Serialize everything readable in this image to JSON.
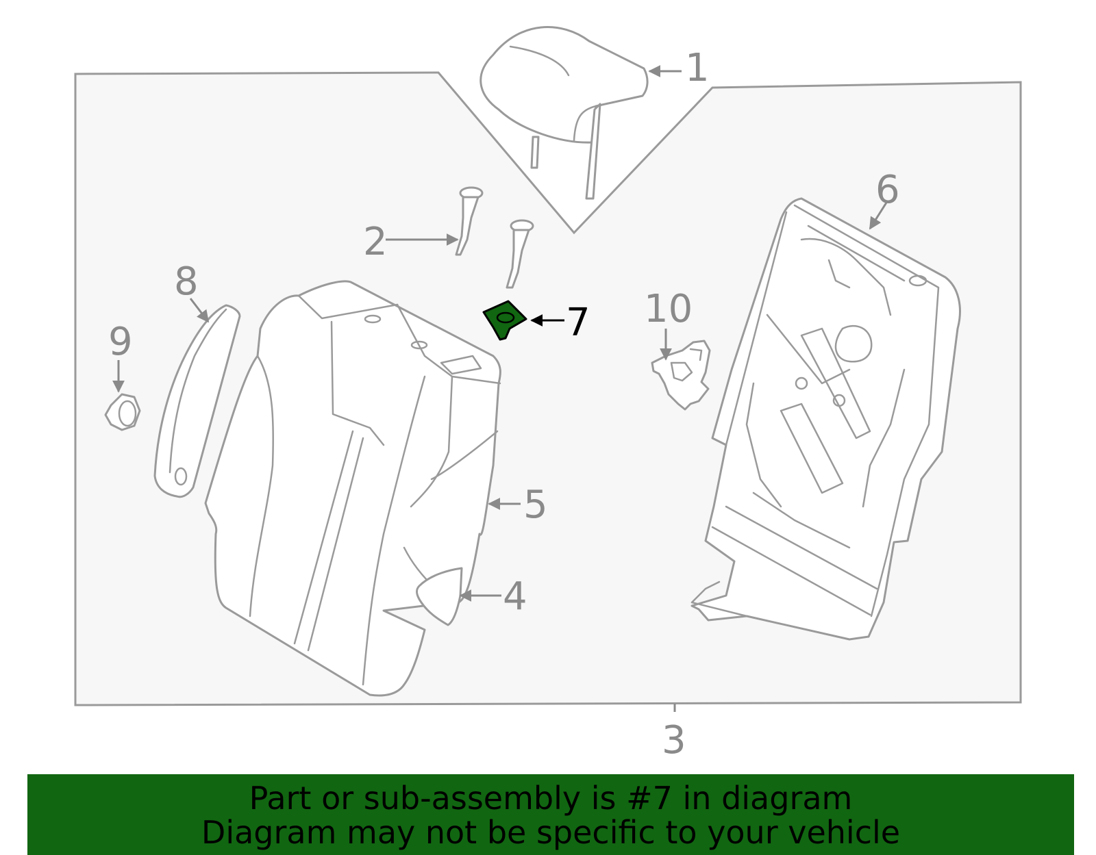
{
  "diagram": {
    "highlighted_part": "7",
    "highlight_color": "#116611",
    "callouts": {
      "c1": "1",
      "c2": "2",
      "c3": "3",
      "c4": "4",
      "c5": "5",
      "c6": "6",
      "c7": "7",
      "c8": "8",
      "c9": "9",
      "c10": "10"
    }
  },
  "banner": {
    "line1": "Part or sub-assembly is #7 in diagram",
    "line2": "Diagram may not be specific to your vehicle",
    "background": "#116611"
  }
}
